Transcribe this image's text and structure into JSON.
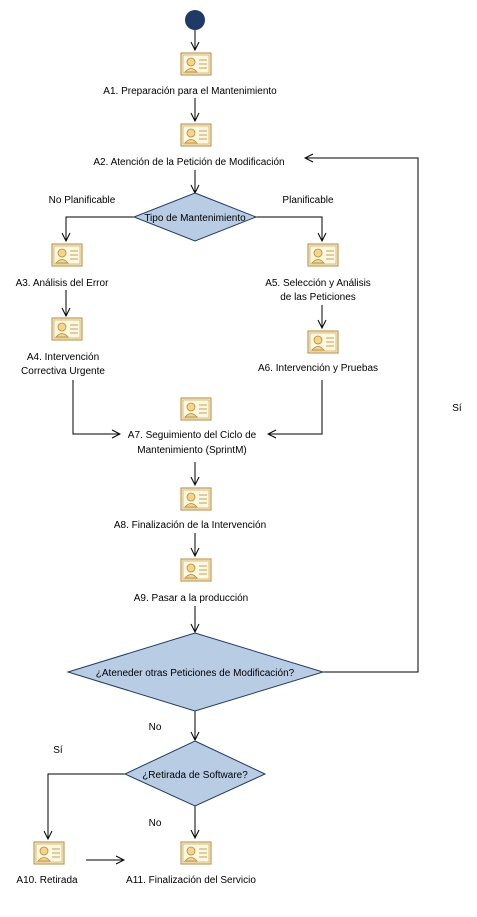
{
  "diagram": {
    "activities": {
      "a1": "A1. Preparación para el Mantenimiento",
      "a2": "A2. Atención de la Petición de Modificación",
      "a3": "A3. Análisis del Error",
      "a4_line1": "A4. Intervención",
      "a4_line2": "Correctiva Urgente",
      "a5_line1": "A5. Selección y Análisis",
      "a5_line2": "de las Peticiones",
      "a6": "A6. Intervención y Pruebas",
      "a7_line1": "A7. Seguimiento del Ciclo de",
      "a7_line2": "Mantenimiento (SprintM)",
      "a8": "A8. Finalización de la Intervención",
      "a9": "A9. Pasar a la producción",
      "a10": "A10. Retirada",
      "a11": "A11. Finalización del Servicio"
    },
    "decisions": {
      "d1": "Tipo de Mantenimiento",
      "d2": "¿Ateneder otras Peticiones de Modificación?",
      "d3": "¿Retirada de Software?"
    },
    "edge_labels": {
      "no_planificable": "No Planificable",
      "planificable": "Planificable",
      "si_loop": "Sí",
      "no_d2": "No",
      "si_d3": "Sí",
      "no_d3": "No"
    },
    "colors": {
      "start_node": "#1f3a66",
      "decision_fill": "#b8cce4",
      "decision_stroke": "#1f3a66",
      "icon_fill": "#fbeecd",
      "icon_stroke": "#b08a3c",
      "edge": "#000000"
    }
  }
}
